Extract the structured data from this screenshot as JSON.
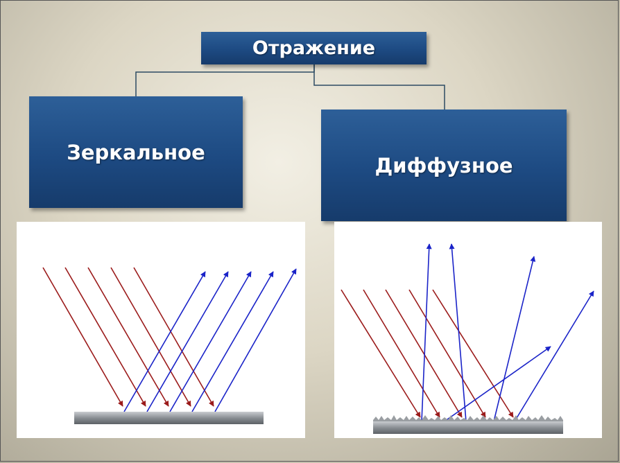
{
  "diagram": {
    "root": {
      "label": "Отражение"
    },
    "children": [
      {
        "label": "Зеркальное"
      },
      {
        "label": "Диффузное"
      }
    ]
  },
  "colors": {
    "box_fill": "#1d4a82",
    "incident_ray": "#9b1b1b",
    "reflected_ray": "#1a23c8",
    "surface": "#8a8f94",
    "connector": "#2c4a63"
  }
}
